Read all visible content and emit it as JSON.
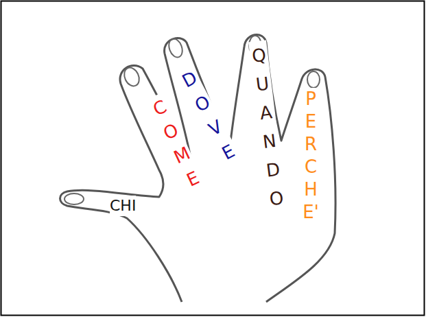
{
  "diagram": {
    "labels": [
      "COME",
      "DOVE",
      "QUANDO",
      "PERCHE'",
      "CHI"
    ]
  }
}
